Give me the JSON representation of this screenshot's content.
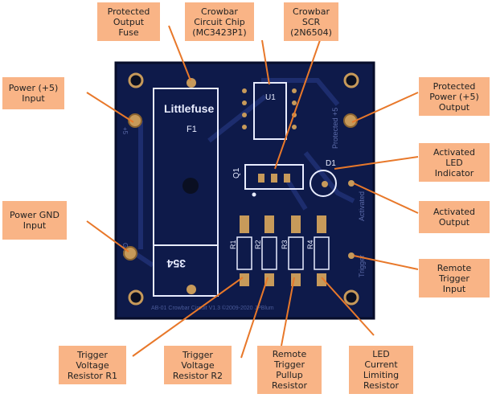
{
  "board": {
    "silkscreen": {
      "fuse_brand": "Littlefuse",
      "fuse_ref": "F1",
      "fuse_code": "354",
      "chip_ref": "U1",
      "scr_ref": "Q1",
      "led_ref": "D1",
      "res_refs": [
        "R1",
        "R2",
        "R3",
        "R4"
      ],
      "protected_text": "Protected +5",
      "activated_text": "Activated",
      "trigger_text": "Trigger",
      "gnd_text": "GND",
      "plus5_text": "+5",
      "footer_text": "AB-01 Crowbar Circuit V1.3 ©2009-2020 JPBlum"
    },
    "colors": {
      "pcb": "#0e1a4a",
      "pcb_edge": "#070d2a",
      "silkscreen": "#e8ecff",
      "copper": "#c79a5a",
      "callout": "#f9b486",
      "leader": "#e8782a"
    }
  },
  "labels": {
    "protected_output_fuse": "Protected\nOutput\nFuse",
    "crowbar_chip": "Crowbar\nCircuit Chip\n(MC3423P1)",
    "crowbar_scr": "Crowbar\nSCR\n(2N6504)",
    "power_input": "Power (+5)\nInput",
    "protected_power_output": "Protected\nPower (+5)\nOutput",
    "activated_led": "Activated\nLED\nIndicator",
    "power_gnd_input": "Power GND\nInput",
    "activated_output": "Activated\nOutput",
    "remote_trigger_input": "Remote\nTrigger\nInput",
    "trigger_r1": "Trigger\nVoltage\nResistor R1",
    "trigger_r2": "Trigger\nVoltage\nResistor R2",
    "remote_pullup": "Remote\nTrigger\nPullup\nResistor",
    "led_limit": "LED\nCurrent\nLimiting\nResistor"
  }
}
